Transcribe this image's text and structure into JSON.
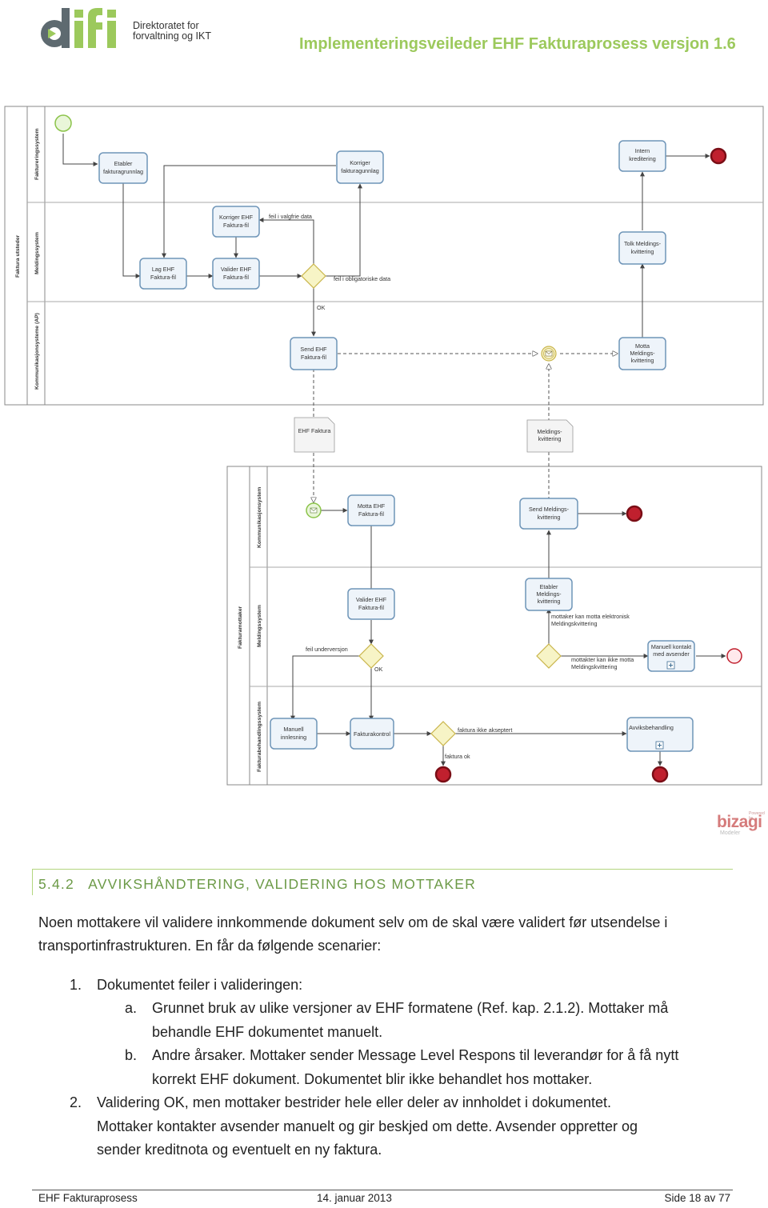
{
  "header": {
    "logo_text": "difi",
    "org_line1": "Direktoratet for",
    "org_line2": "forvaltning og IKT",
    "doc_title": "Implementeringsveileder EHF Fakturaprosess versjon 1.6"
  },
  "diagram": {
    "pool_top": "Faktura utsteder",
    "pool_top_lanes": [
      "Faktureringssystem",
      "Meldingssystem",
      "Kommunikasjonsysteme (AP)"
    ],
    "pool_bottom": "Fakturamottaker",
    "pool_bottom_lanes": [
      "Kommunikasjonsystem",
      "Meldingssystem",
      "Fakturabehandlingssystem"
    ],
    "tasks": {
      "etabler_fakturagrunnlag": [
        "Etabler",
        "fakturagrunnlag"
      ],
      "korriger_fakturagunnlag": [
        "Korriger",
        "fakturagunnlag"
      ],
      "intern_kreditering": [
        "Intern",
        "kreditering"
      ],
      "korriger_ehf": [
        "Korriger EHF",
        "Faktura-fil"
      ],
      "lag_ehf": [
        "Lag EHF",
        "Faktura-fil"
      ],
      "valider_ehf_top": [
        "Valider EHF",
        "Faktura-fil"
      ],
      "tolk_meldingskvittering": [
        "Tolk Meldings-",
        "kvittering"
      ],
      "send_ehf": [
        "Send EHF",
        "Faktura-fil"
      ],
      "motta_meldingskvittering": [
        "Motta",
        "Meldings-",
        "kvittering"
      ],
      "motta_ehf": [
        "Motta EHF",
        "Faktura-fil"
      ],
      "send_meldingskvittering": [
        "Send Meldings-",
        "kvittering"
      ],
      "valider_ehf_bottom": [
        "Valider EHF",
        "Faktura-fil"
      ],
      "etabler_meldingskvittering": [
        "Etabler",
        "Meldings-",
        "kvittering"
      ],
      "manuell_kontakt": [
        "Manuell kontakt",
        "med avsender"
      ],
      "manuell_innlesning": [
        "Manuell",
        "innlesning"
      ],
      "fakturakontroll": [
        "Fakturakontrol"
      ],
      "avviksbehandling": [
        "Avviksbehandling"
      ]
    },
    "data_objects": {
      "ehf_faktura": "EHF Faktura",
      "meldingskvittering": [
        "Meldings-",
        "kvittering"
      ]
    },
    "flow_labels": {
      "feil_valgfrie": "feil i valgfrie data",
      "feil_obligatoriske": "feil i obligatoriske data",
      "ok_top": "OK",
      "feil_underversjon": "feil underversjon",
      "ok_bottom": "OK",
      "kan_motta": [
        "mottaker kan motta elektronisk",
        "Meldingskvittering"
      ],
      "kan_ikke_motta": [
        "mottakter kan ikke motta",
        "Meldingskvittering"
      ],
      "faktura_ikke_akseptert": "faktura ikke akseptert",
      "faktura_ok": "faktura ok"
    },
    "colors": {
      "task_border": "#6f95b8",
      "task_fill": "#eef4fa",
      "start_event": "#8bc34a",
      "end_event": "#c0202e",
      "gateway": "#e8e07a"
    }
  },
  "watermark": {
    "powered": "Powered by",
    "name": "bizagi",
    "product": "Modeler"
  },
  "section": {
    "number": "5.4.2",
    "title": "AVVIKSHÅNDTERING, VALIDERING HOS MOTTAKER"
  },
  "body": {
    "intro_line1": "Noen mottakere vil validere innkommende dokument selv om de skal være validert før utsendelse i",
    "intro_line2": "transportinfrastrukturen.  En får da følgende scenarier:",
    "item1_num": "1.",
    "item1_text": "Dokumentet feiler i valideringen:",
    "item1a_label": "a.",
    "item1a_line1": "Grunnet  bruk av ulike versjoner av EHF formatene (Ref. kap. 2.1.2). Mottaker må",
    "item1a_line2": "behandle EHF dokumentet manuelt.",
    "item1b_label": "b.",
    "item1b_line1": "Andre årsaker.  Mottaker sender Message Level Respons til leverandør for å få nytt",
    "item1b_line2": "korrekt EHF dokument. Dokumentet blir ikke behandlet hos mottaker.",
    "item2_num": "2.",
    "item2_line1": "Validering OK, men mottaker bestrider hele eller deler av innholdet i dokumentet.",
    "item2_line2": "Mottaker kontakter avsender manuelt og gir beskjed om dette.  Avsender oppretter  og",
    "item2_line3": "sender kreditnota og eventuelt en ny faktura."
  },
  "footer": {
    "left": "EHF Fakturaprosess",
    "center": "14. januar 2013",
    "right": "Side 18 av 77"
  }
}
